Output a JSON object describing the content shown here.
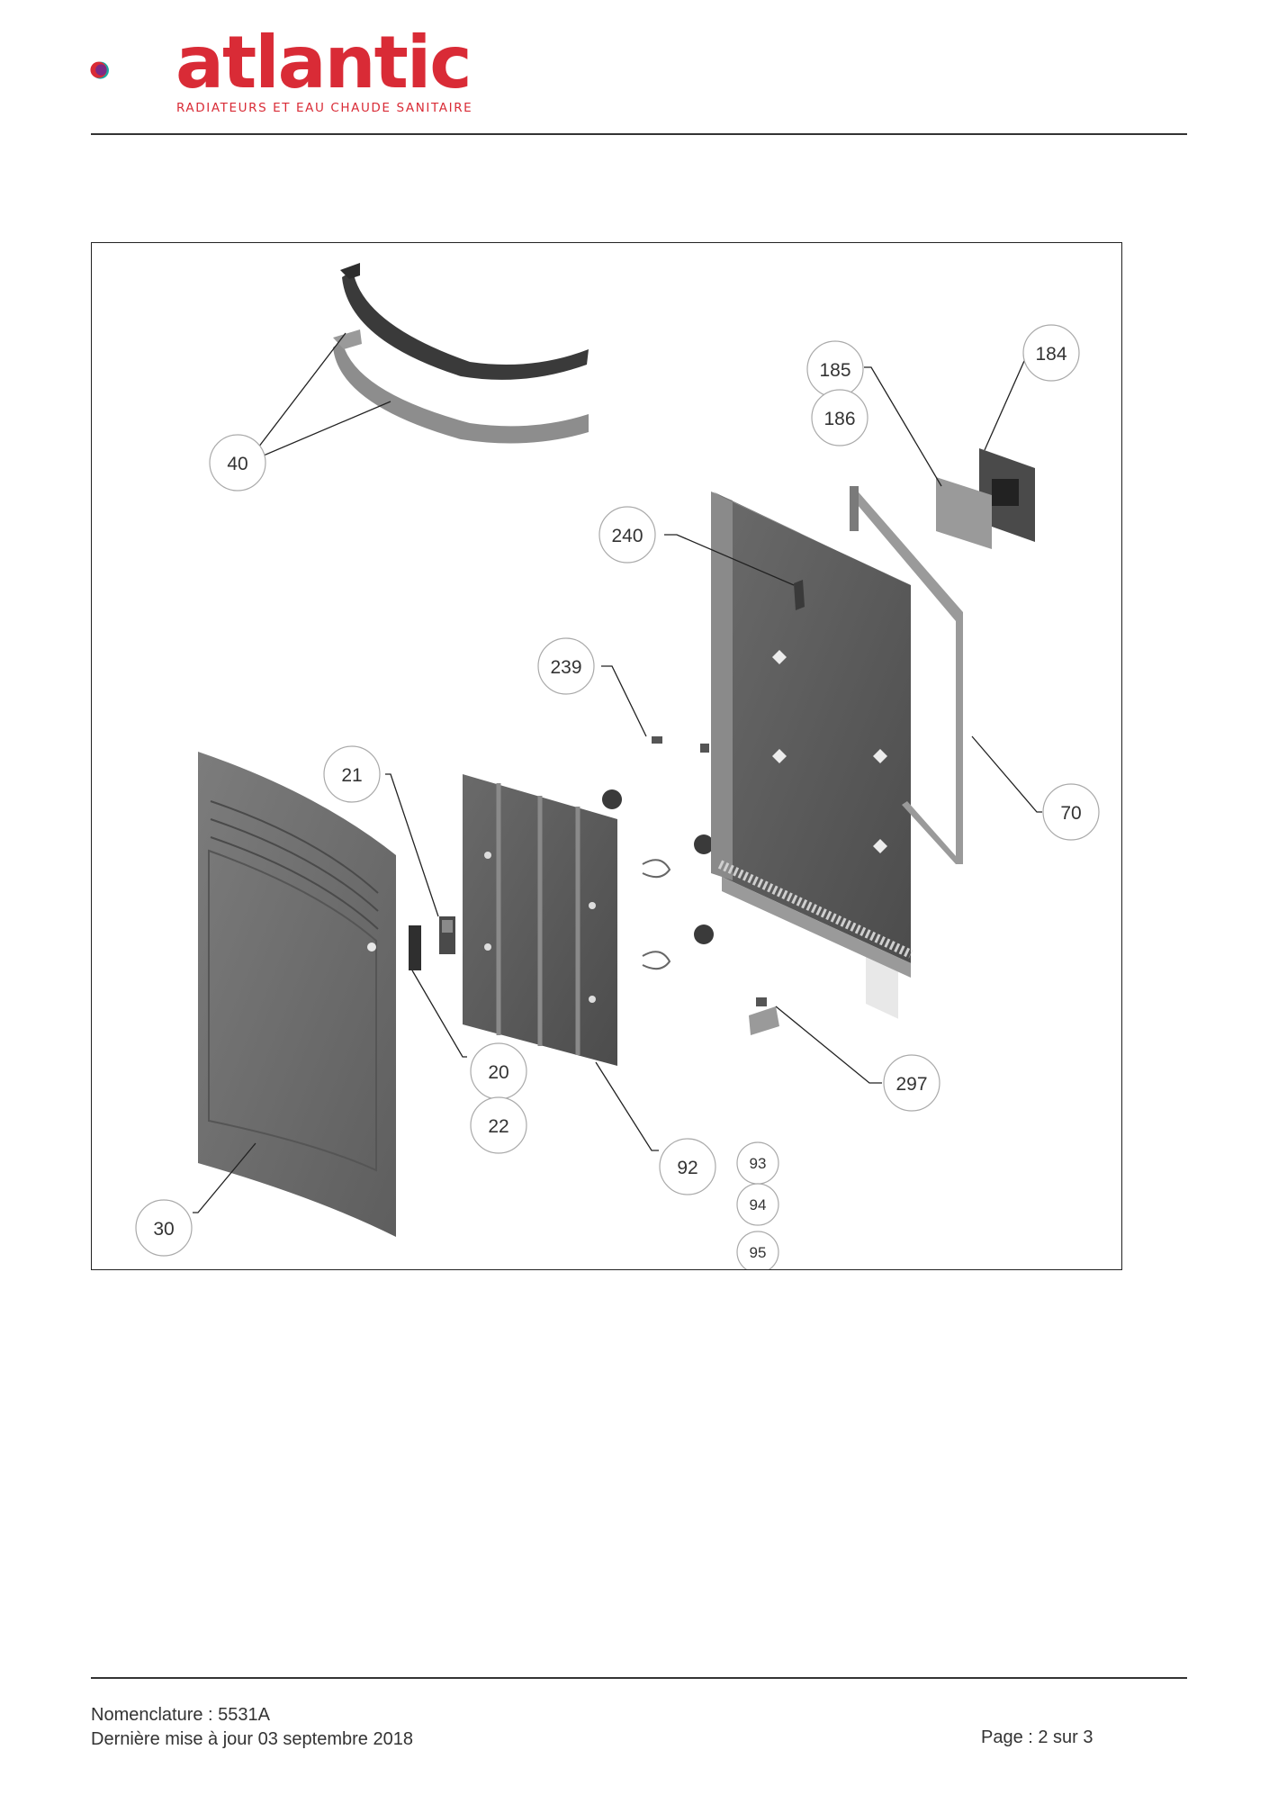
{
  "header": {
    "brand": "atlantic",
    "tagline": "RADIATEURS ET EAU CHAUDE SANITAIRE"
  },
  "colors": {
    "brand_red": "#d92b36",
    "logo_purple": "#7b2a86",
    "logo_teal": "#1aa7a3"
  },
  "diagram": {
    "callouts": {
      "c40": "40",
      "c184": "184",
      "c185": "185",
      "c186": "186",
      "c240": "240",
      "c239": "239",
      "c21": "21",
      "c70": "70",
      "c20": "20",
      "c22": "22",
      "c297": "297",
      "c92": "92",
      "c93": "93",
      "c94": "94",
      "c95": "95",
      "c30": "30"
    }
  },
  "footer": {
    "nomenclature": "Nomenclature : 5531A",
    "updated": "Dernière mise à jour 03 septembre 2018",
    "page": "Page : 2 sur 3"
  }
}
